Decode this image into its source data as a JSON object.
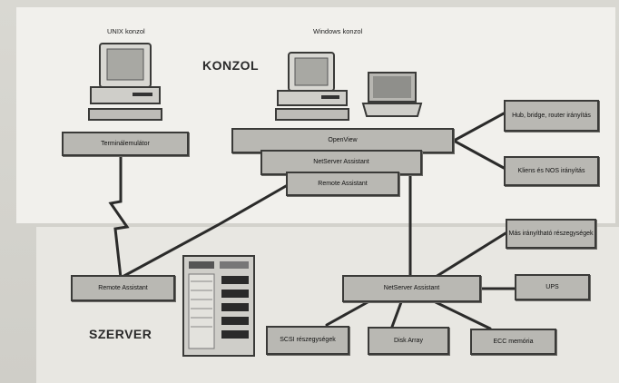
{
  "labels": {
    "unix": "UNIX konzol",
    "windows": "Windows konzol",
    "konzol": "KONZOL",
    "szerver": "SZERVER"
  },
  "boxes": {
    "terminal": "Terminálemulátor",
    "openview": "OpenView",
    "netserver_top": "NetServer Assistant",
    "remote_top": "Remote Assistant",
    "hub": "Hub, bridge, router irányítás",
    "kliens": "Kliens és NOS irányítás",
    "remote_bottom": "Remote Assistant",
    "netserver_bottom": "NetServer Assistant",
    "mas": "Más irányítható részegységek",
    "ups": "UPS",
    "scsi": "SCSI részegységek",
    "disk": "Disk Array",
    "ecc": "ECC memória"
  }
}
